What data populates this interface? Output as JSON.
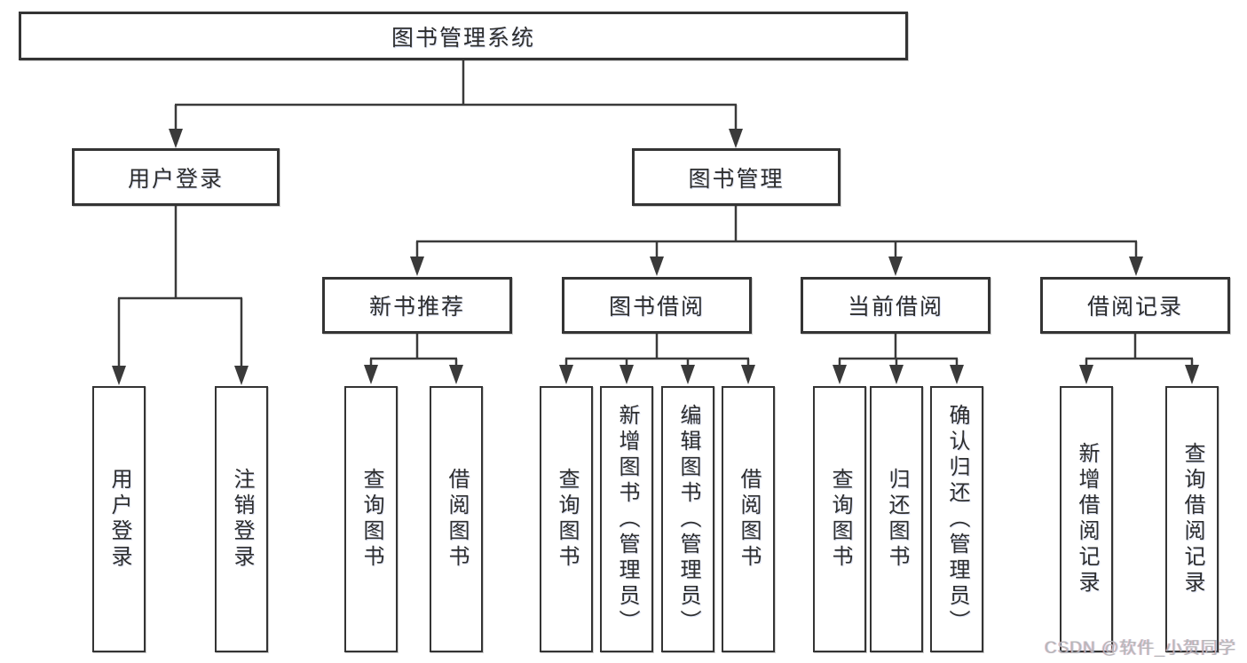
{
  "page": {
    "background": "#ffffff"
  },
  "tree": {
    "root": {
      "label": "图书管理系统"
    },
    "level2": [
      {
        "label": "用户登录"
      },
      {
        "label": "图书管理"
      }
    ],
    "level3": [
      {
        "label": "新书推荐"
      },
      {
        "label": "图书借阅"
      },
      {
        "label": "当前借阅"
      },
      {
        "label": "借阅记录"
      }
    ],
    "leaves": {
      "user_login": [
        "用户登录",
        "注销登录"
      ],
      "new_books": [
        "查询图书",
        "借阅图书"
      ],
      "book_borrow": [
        "查询图书",
        "新增图书（管理员）",
        "编辑图书（管理员）",
        "借阅图书"
      ],
      "current_borrow": [
        "查询图书",
        "归还图书",
        "确认归还（管理员）"
      ],
      "borrow_records": [
        "新增借阅记录",
        "查询借阅记录"
      ]
    }
  },
  "watermark": "CSDN @软件_小贺同学",
  "colors": {
    "line": "#3a3a3a",
    "box_border": "#343434",
    "text": "#2e2e2e",
    "watermark": "#b7b7ba",
    "background": "#ffffff"
  }
}
